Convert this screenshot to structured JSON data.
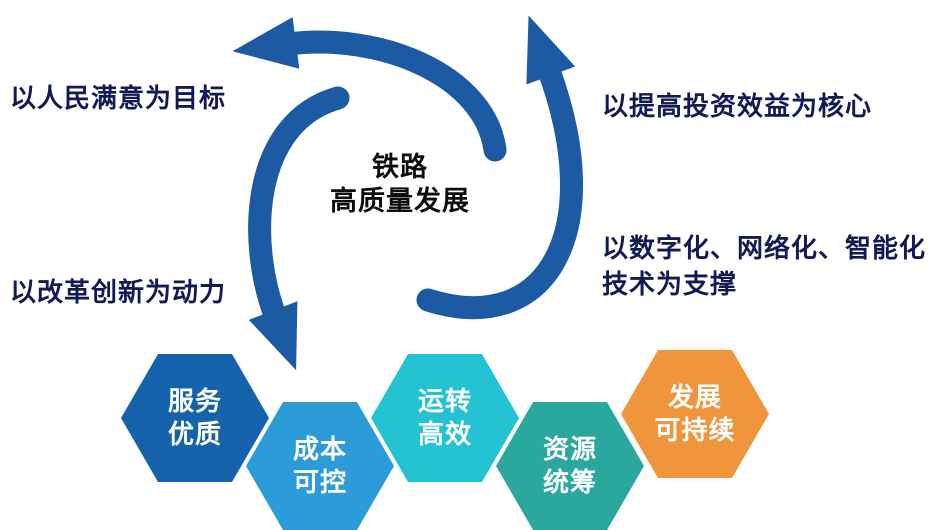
{
  "diagram": {
    "title_center": {
      "line1": "铁路",
      "line2": "高质量发展"
    },
    "labels": {
      "top_left": "以人民满意为目标",
      "top_right": "以提高投资效益为核心",
      "right_line1": "以数字化、网络化、智能化",
      "right_line2": "技术为支撑",
      "bottom_left": "以改革创新为动力"
    },
    "hexagons": [
      {
        "id": "service-quality",
        "line1": "服务",
        "line2": "优质",
        "color": "#1563ac"
      },
      {
        "id": "cost-control",
        "line1": "成本",
        "line2": "可控",
        "color": "#2b9cd8"
      },
      {
        "id": "efficient-operation",
        "line1": "运转",
        "line2": "高效",
        "color": "#23c3d4"
      },
      {
        "id": "resource-coordination",
        "line1": "资源",
        "line2": "统筹",
        "color": "#2ba89d"
      },
      {
        "id": "sustainable-development",
        "line1": "发展",
        "line2": "可持续",
        "color": "#f0953c"
      }
    ],
    "colors": {
      "arrow": "#1d5aa4",
      "label_text": "#121a55",
      "background": "#ffffff"
    }
  }
}
